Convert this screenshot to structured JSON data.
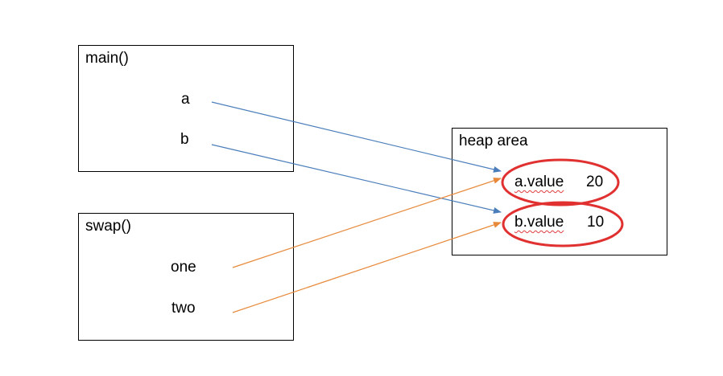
{
  "frames": {
    "main": {
      "title": "main()",
      "vars": [
        "a",
        "b"
      ]
    },
    "swap": {
      "title": "swap()",
      "vars": [
        "one",
        "two"
      ]
    },
    "heap": {
      "title": "heap area",
      "fields": [
        {
          "name": "a.value",
          "value": "20"
        },
        {
          "name": "b.value",
          "value": "10"
        }
      ]
    }
  },
  "colors": {
    "main_reference": "#4a7ebb",
    "swap_reference": "#e8893a",
    "highlight": "#e03030"
  },
  "references": [
    {
      "from": "a",
      "to": "a.value",
      "kind": "main"
    },
    {
      "from": "b",
      "to": "b.value",
      "kind": "main"
    },
    {
      "from": "one",
      "to": "a.value",
      "kind": "swap"
    },
    {
      "from": "two",
      "to": "b.value",
      "kind": "swap"
    }
  ]
}
